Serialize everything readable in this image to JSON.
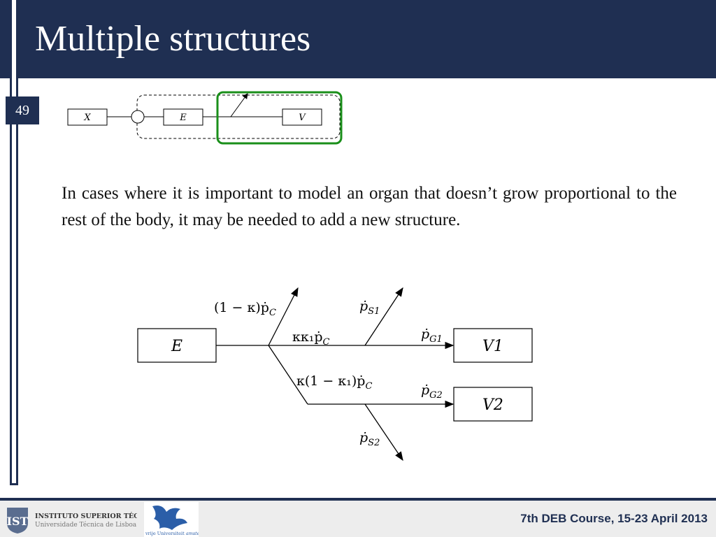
{
  "slide": {
    "title": "Multiple structures",
    "number": "49",
    "paragraph": "In cases where it is important to model an organ that doesn’t grow proportional to the rest of the body, it may be needed to add a new structure."
  },
  "small_diagram": {
    "box_x": "X",
    "box_e": "E",
    "box_v": "V",
    "highlight_color": "#1a8f1a"
  },
  "flow_diagram": {
    "box_e": "E",
    "box_v1": "V1",
    "box_v2": "V2",
    "label_1_minus_kappa_pc": "(1 − κ)ṗ",
    "label_1_minus_kappa_pc_sub": "C",
    "label_kappa_kappa1_pc": "κκ₁ṗ",
    "label_kappa_kappa1_pc_sub": "C",
    "label_kappa_1_minus_kappa1_pc": "κ(1 − κ₁)ṗ",
    "label_kappa_1_minus_kappa1_pc_sub": "C",
    "label_ps1": "ṗ",
    "label_ps1_sub": "S1",
    "label_pg1": "ṗ",
    "label_pg1_sub": "G1",
    "label_pg2": "ṗ",
    "label_pg2_sub": "G2",
    "label_ps2": "ṗ",
    "label_ps2_sub": "S2"
  },
  "footer": {
    "ist_name": "INSTITUTO SUPERIOR TÉCNICO",
    "ist_sub": "Universidade Técnica de Lisboa",
    "vu_name": "vrije Universiteit",
    "vu_city": "amsterdam",
    "course": "7th DEB Course, 15-23 April 2013"
  },
  "colors": {
    "navy": "#1f2f52",
    "highlight": "#1a8f1a"
  }
}
